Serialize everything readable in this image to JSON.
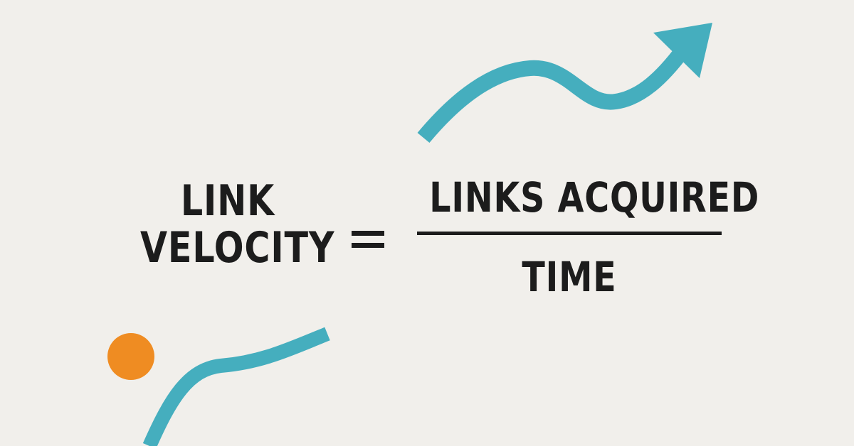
{
  "formula": {
    "lhs_line1": "LINK",
    "lhs_line2": "VELOCITY",
    "operator": "=",
    "numerator": "LINKS ACQUIRED",
    "denominator": "TIME"
  },
  "colors": {
    "background": "#f1efeb",
    "text": "#1c1c1c",
    "accent_teal": "#45aebe",
    "accent_orange": "#ef8c22"
  },
  "decorations": {
    "top_arrow_icon": "trend-up-arrow-icon",
    "bottom_wave_icon": "wave-curve-icon",
    "dot_icon": "orange-circle-icon"
  }
}
